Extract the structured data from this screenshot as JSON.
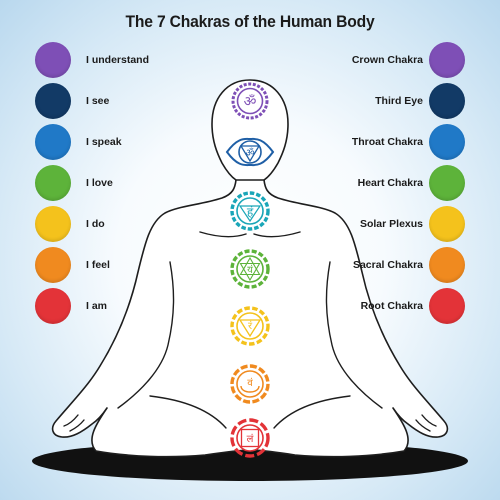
{
  "title": "The 7 Chakras of the Human Body",
  "chakras": [
    {
      "name": "Crown Chakra",
      "affirmation": "I understand",
      "color": "#7e4fb6",
      "symbol": "ॐ"
    },
    {
      "name": "Third Eye",
      "affirmation": "I see",
      "color": "#123a66",
      "symbol": "ॐ"
    },
    {
      "name": "Throat Chakra",
      "affirmation": "I speak",
      "color": "#2079c7",
      "symbol": "हं"
    },
    {
      "name": "Heart Chakra",
      "affirmation": "I love",
      "color": "#5db33a",
      "symbol": "यं"
    },
    {
      "name": "Solar Plexus",
      "affirmation": "I do",
      "color": "#f4c21c",
      "symbol": "रं"
    },
    {
      "name": "Sacral Chakra",
      "affirmation": "I feel",
      "color": "#f08a1f",
      "symbol": "वं"
    },
    {
      "name": "Root Chakra",
      "affirmation": "I am",
      "color": "#e33338",
      "symbol": "लं"
    }
  ],
  "figure_color": "#1e1e1e",
  "body_fill": "#ffffff",
  "shadow_color": "#111111"
}
